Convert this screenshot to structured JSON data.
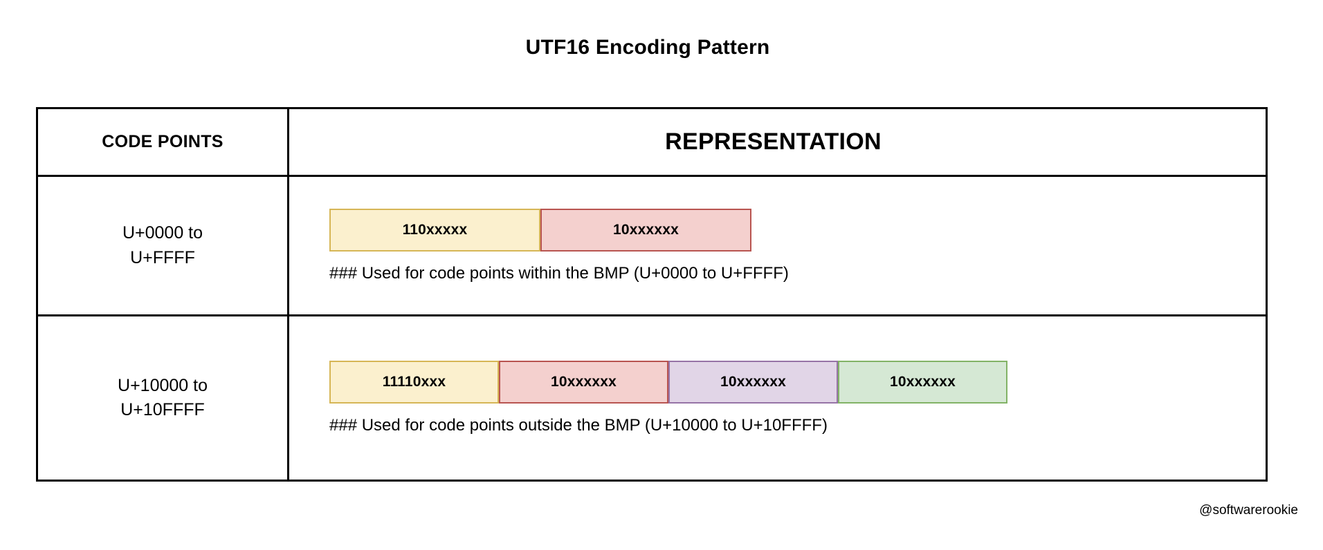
{
  "title": "UTF16 Encoding Pattern",
  "table": {
    "headers": {
      "code_points": "CODE POINTS",
      "representation": "REPRESENTATION"
    },
    "rows": [
      {
        "code_points": "U+0000 to\nU+FFFF",
        "boxes": [
          {
            "label": "110xxxxx",
            "fill": "#FBF0CE",
            "stroke": "#D6B656"
          },
          {
            "label": "10xxxxxx",
            "fill": "#F4D0CE",
            "stroke": "#B85450"
          }
        ],
        "caption": "### Used for code points within the BMP (U+0000 to U+FFFF)"
      },
      {
        "code_points": "U+10000 to\nU+10FFFF",
        "boxes": [
          {
            "label": "11110xxx",
            "fill": "#FBF0CE",
            "stroke": "#D6B656"
          },
          {
            "label": "10xxxxxx",
            "fill": "#F4D0CE",
            "stroke": "#B85450"
          },
          {
            "label": "10xxxxxx",
            "fill": "#E1D5E7",
            "stroke": "#9673A6"
          },
          {
            "label": "10xxxxxx",
            "fill": "#D5E8D4",
            "stroke": "#82B366"
          }
        ],
        "caption": "### Used for code points outside the BMP (U+10000 to U+10FFFF)"
      }
    ]
  },
  "watermark": "@softwarerookie"
}
